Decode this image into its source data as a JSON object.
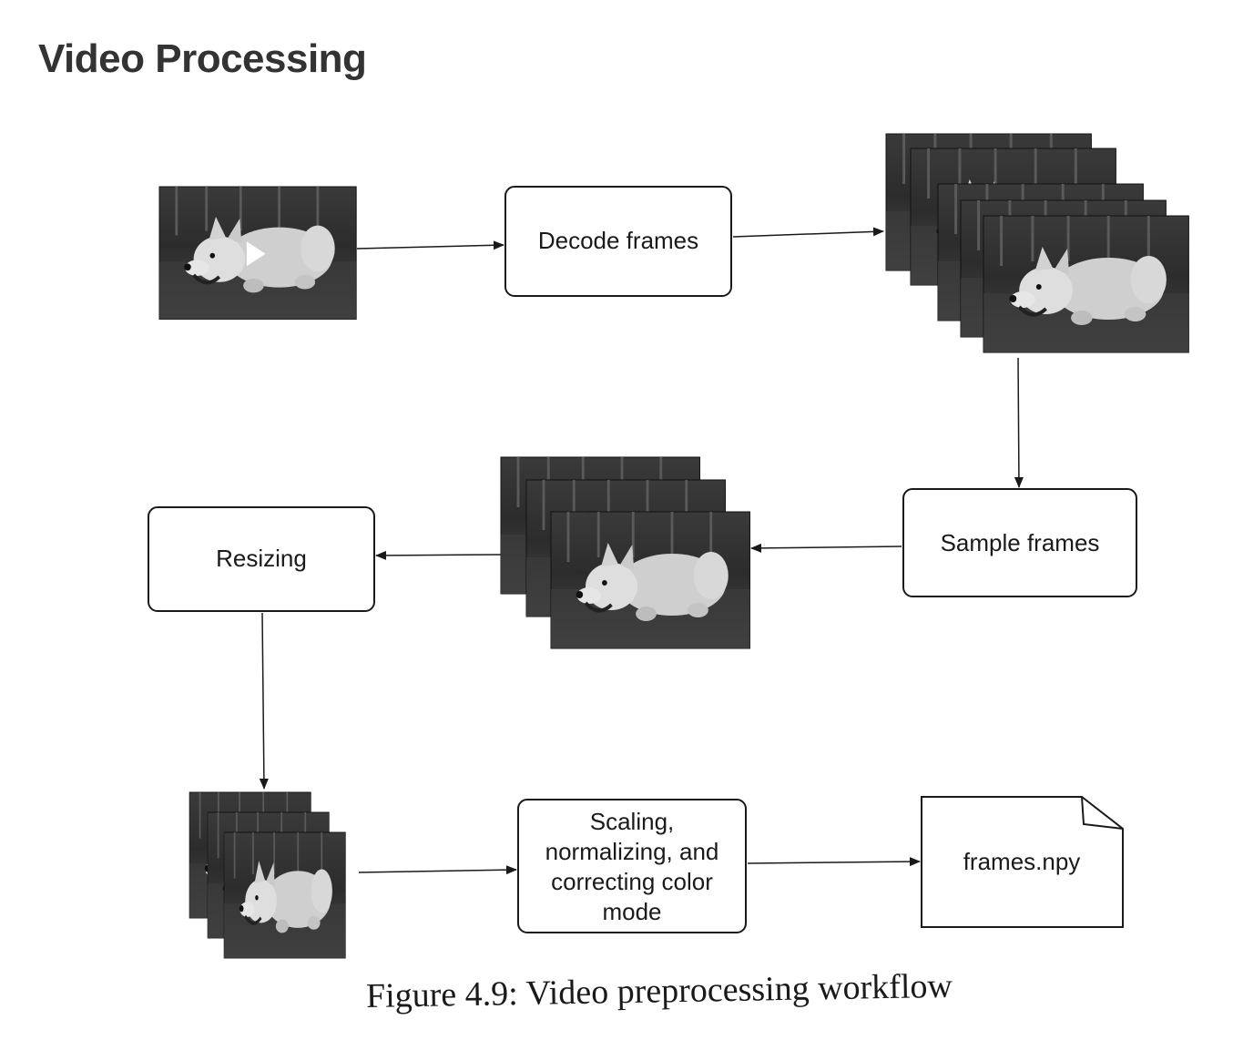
{
  "page": {
    "title": "Video Processing"
  },
  "diagram": {
    "steps": {
      "decode": "Decode frames",
      "sample": "Sample frames",
      "resize": "Resizing",
      "scaling_lines": [
        "Scaling,",
        "normalizing, and",
        "correcting color",
        "mode"
      ],
      "output_file": "frames.npy"
    },
    "icons": {
      "video": "video-play-thumbnail-icon",
      "frames": "frame-stack-icon",
      "file": "document-icon"
    }
  },
  "caption": "Figure 4.9: Video preprocessing workflow"
}
